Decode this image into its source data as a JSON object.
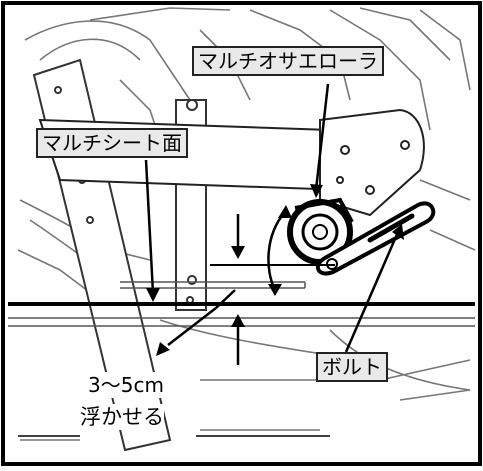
{
  "labels": {
    "roller": "マルチオサエローラ",
    "sheet_surface": "マルチシート面",
    "bolt": "ボルト",
    "float_amount": "3〜5cm",
    "float_verb": "浮かせる"
  }
}
